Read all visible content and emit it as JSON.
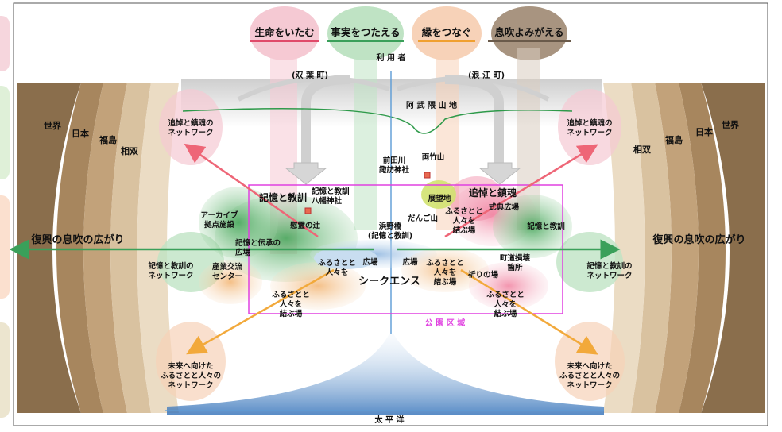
{
  "top_concepts": [
    {
      "label": "生命をいたむ",
      "underline": "#e04a6a",
      "bubble": "#f5c9d3"
    },
    {
      "label": "事実をつたえる",
      "underline": "#3aa05a",
      "bubble": "#bfe3c4"
    },
    {
      "label": "縁をつなぐ",
      "underline": "#f0a030",
      "bubble": "#f7d2b8"
    },
    {
      "label": "息吹よみがえる",
      "underline": "#6a5a4a",
      "bubble": "#a89480"
    }
  ],
  "labels": {
    "users": "利 用 者",
    "futaba": "(双 葉 町)",
    "namie": "(浪 江 町)",
    "abukuma": "阿 武 隈 山 地",
    "pacific": "太 平 洋",
    "park_zone": "公 園 区 域",
    "world_l": "世界",
    "japan_l": "日本",
    "fukushima_l": "福島",
    "soso_l": "相双",
    "world_r": "世界",
    "japan_r": "日本",
    "fukushima_r": "福島",
    "soso_r": "相双",
    "revival_left": "復興の息吹の広がり",
    "revival_right": "復興の息吹の広がり",
    "network_tl": "追悼と鎮魂の\nネットワーク",
    "network_tr": "追悼と鎮魂の\nネットワーク",
    "network_ml": "記憶と教訓の\nネットワーク",
    "network_mr": "記憶と教訓の\nネットワーク",
    "network_bl": "未来へ向けた\nふるさとと人々の\nネットワーク",
    "network_br": "未来へ向けた\nふるさとと人々の\nネットワーク",
    "maeda": "前田川\n諏訪神社",
    "mochitake": "両竹山",
    "kioku_kyokun_big": "記憶と教訓",
    "kioku_kyokun_hachiman": "記憶と教訓\n八幡神社",
    "tsuito_chinkon": "追悼と鎮魂",
    "tenbochi": "展望地",
    "dango": "だんご山",
    "shikiten": "式典広場",
    "furusato_1": "ふるさとと\n人々を\n結ぶ場",
    "kioku_kyokun_r": "記憶と教訓",
    "archive": "アーカイブ\n拠点施設",
    "ireinotsuji": "慰霊の辻",
    "hamano": "浜野橋\n(記憶と教訓)",
    "denshou": "記憶と伝承の\n広場",
    "sangyo": "産業交流\nセンター",
    "furusato_2": "ふるさとと\n人々を",
    "hiroba_1": "広場",
    "hiroba_2": "広場",
    "furusato_3": "ふるさとと\n人々を\n結ぶ場",
    "sequence": "シークエンス",
    "inori": "祈りの場",
    "chodo": "町道損壊\n箇所",
    "furusato_4": "ふるさとと\n人々を\n結ぶ場",
    "furusato_5": "ふるさとと\n人々を\n結ぶ場"
  },
  "colors": {
    "ring_dark": "#8a6e4c",
    "ring_light": "#f4ece0",
    "magenta": "#e040e0",
    "blue_line": "#5b9bd5",
    "arrow_red": "#ee6677",
    "arrow_green": "#3aa05a",
    "arrow_orange": "#f2a93b"
  }
}
